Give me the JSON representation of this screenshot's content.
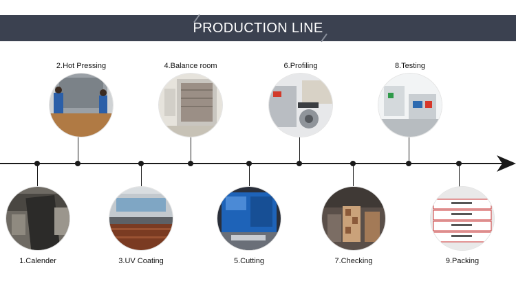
{
  "banner": {
    "title": "PRODUCTION LINE",
    "background_color": "#3b4150",
    "text_color": "#ffffff"
  },
  "steps": [
    {
      "label": "1.Calender",
      "position": "below",
      "icon": "calender-machine-photo"
    },
    {
      "label": "2.Hot Pressing",
      "position": "above",
      "icon": "hot-press-photo"
    },
    {
      "label": "3.UV Coating",
      "position": "below",
      "icon": "uv-coating-photo"
    },
    {
      "label": "4.Balance room",
      "position": "above",
      "icon": "balance-room-photo"
    },
    {
      "label": "5.Cutting",
      "position": "below",
      "icon": "cutting-machine-photo"
    },
    {
      "label": "6.Profiling",
      "position": "above",
      "icon": "profiling-machine-photo"
    },
    {
      "label": "7.Checking",
      "position": "below",
      "icon": "checking-photo"
    },
    {
      "label": "8.Testing",
      "position": "above",
      "icon": "testing-equipment-photo"
    },
    {
      "label": "9.Packing",
      "position": "below",
      "icon": "packing-boxes-photo"
    }
  ]
}
